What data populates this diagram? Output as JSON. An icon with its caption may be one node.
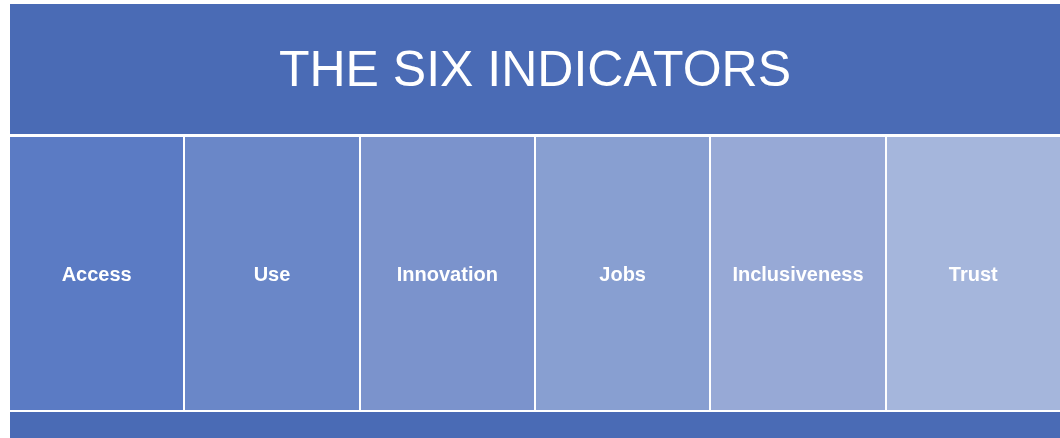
{
  "diagram": {
    "nodes": [
      {
        "text": [
          "THE SIX INDICATORS"
        ]
      },
      {
        "text": [
          "Access"
        ]
      },
      {
        "text": [
          "Use"
        ]
      },
      {
        "text": [
          "Innovation"
        ]
      },
      {
        "text": [
          "Jobs"
        ]
      },
      {
        "text": [
          "Inclusiveness"
        ]
      },
      {
        "text": [
          "Trust"
        ]
      },
      {
        "text": [],
        "shape": "bar"
      }
    ]
  }
}
